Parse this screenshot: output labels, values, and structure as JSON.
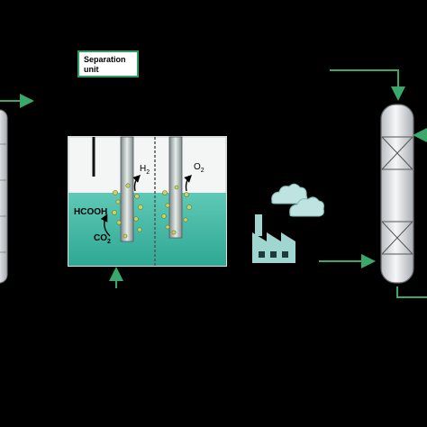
{
  "separation_unit": {
    "label_line1": "Separation",
    "label_line2": "unit"
  },
  "cell": {
    "product_label": "HCOOH",
    "reactant_label": "CO",
    "reactant_sub": "2",
    "cathode_gas_label": "H",
    "cathode_gas_sub": "2",
    "anode_gas_label": "O",
    "anode_gas_sub": "2"
  },
  "colors": {
    "electrolyte": "#43bca7",
    "arrow": "#3aa86a",
    "cloud": "#bfe3e0",
    "factory": "#9fd7d0",
    "column": "#e8eaec"
  },
  "icons": [
    "factory-icon",
    "cloud-icon",
    "reactor-column-icon",
    "electrolyzer-icon"
  ]
}
